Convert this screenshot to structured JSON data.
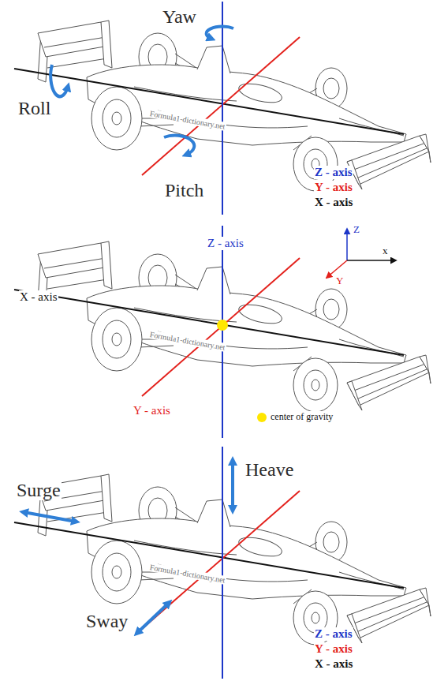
{
  "diagram": {
    "labels": [
      "Yaw",
      "Roll",
      "Pitch",
      "Formula1-dictionary.net",
      "Z - axis",
      "Y - axis",
      "X - axis",
      "Z - axis",
      "X - axis",
      "Formula1-dictionary.net",
      "Y - axis",
      "Z",
      "x",
      "Y",
      "Heave",
      "Surge",
      "Sway",
      "Formula1-dictionary.net",
      "Z - axis",
      "Y - axis",
      "X - axis"
    ],
    "legend": [
      {
        "text": "center of gravity",
        "color": "#ffe600"
      }
    ]
  }
}
